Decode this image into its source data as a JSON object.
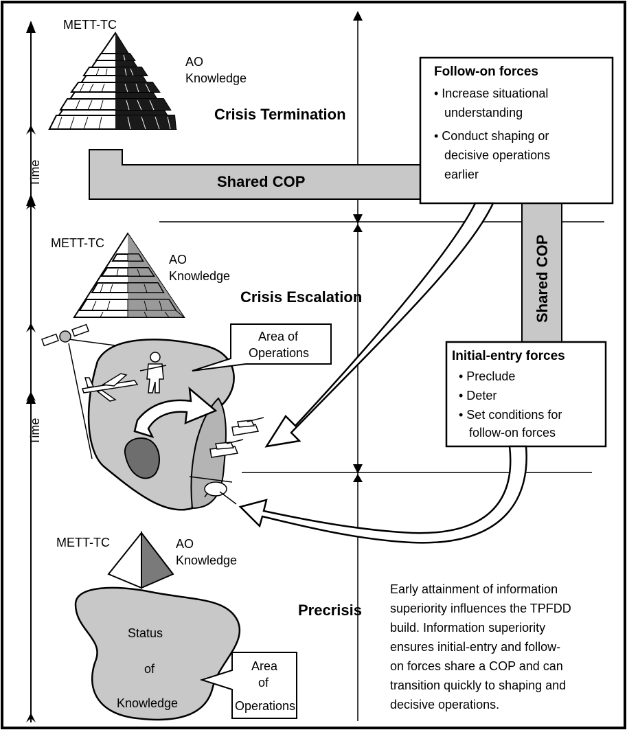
{
  "time_label": "Time",
  "phases": {
    "termination": "Crisis Termination",
    "escalation": "Crisis Escalation",
    "precrisis": "Precrisis"
  },
  "pyramids": {
    "mett_tc": "METT-TC",
    "ao_line1": "AO",
    "ao_line2": "Knowledge"
  },
  "shared_cop": "Shared COP",
  "follow_on": {
    "title": "Follow-on forces",
    "items": [
      "• Increase situational",
      "understanding",
      "• Conduct shaping or",
      "decisive operations",
      "earlier"
    ]
  },
  "initial_entry": {
    "title": "Initial-entry forces",
    "items": [
      "• Preclude",
      "• Deter",
      "• Set conditions for",
      "follow-on forces"
    ]
  },
  "area_of_operations": {
    "line1": "Area of",
    "line2": "Operations",
    "alt_line1": "Area",
    "alt_line2": "of",
    "alt_line3": "Operations"
  },
  "status_of_knowledge": [
    "Status",
    "of",
    "Knowledge"
  ],
  "summary_lines": [
    "Early attainment of information",
    "superiority influences the TPFDD",
    "build. Information superiority",
    "ensures initial-entry and follow-",
    "on forces share a COP and can",
    "transition quickly to shaping and",
    "decisive operations."
  ],
  "colors": {
    "gray_fill": "#c8c8c8",
    "dark_fill": "#6e6e6e",
    "line": "#000000"
  }
}
